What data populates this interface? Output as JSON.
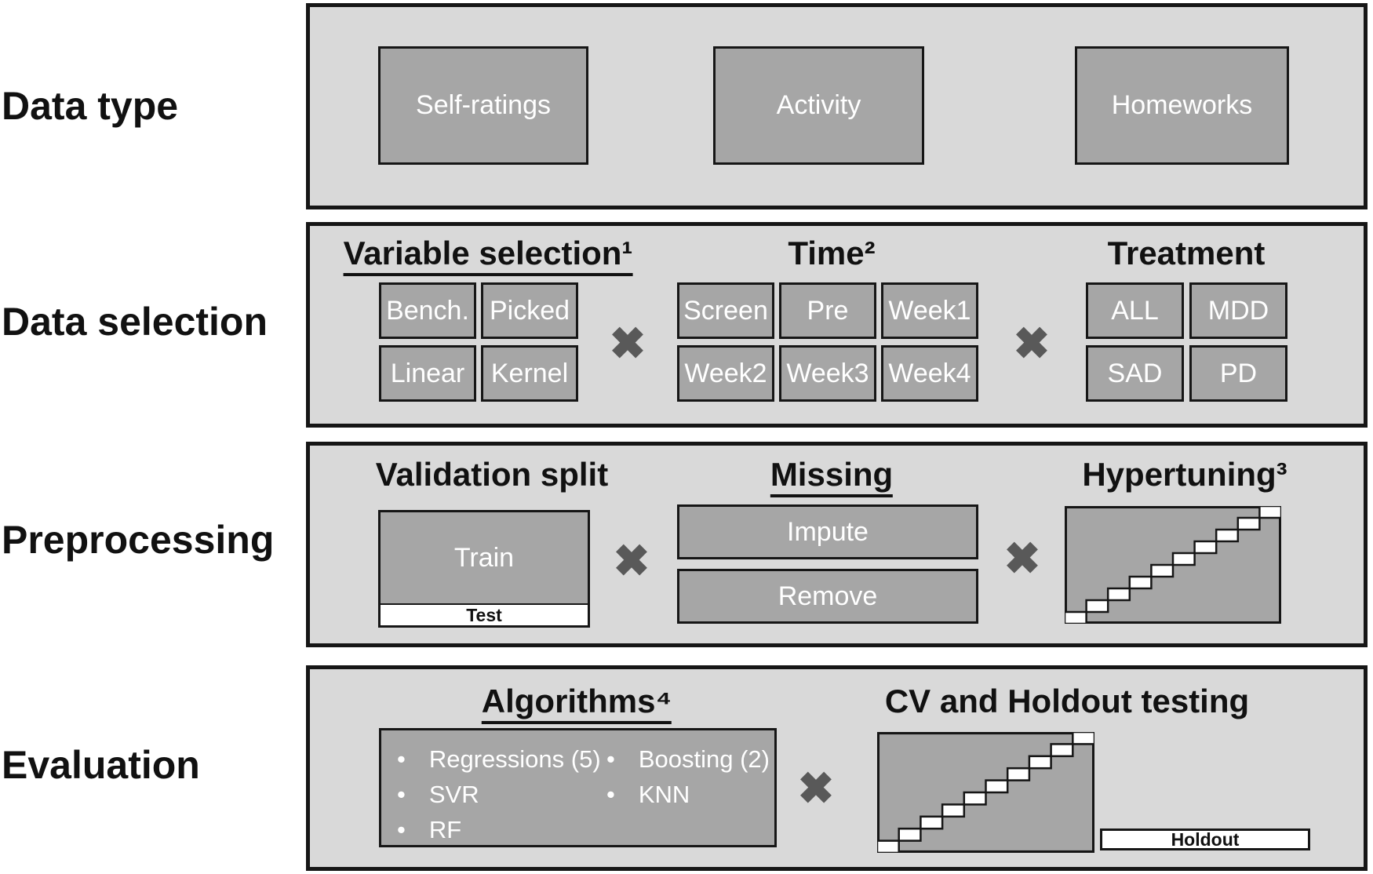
{
  "cross": "✖",
  "colors": {
    "panel_bg": "#d9d9d9",
    "box_bg": "#a6a6a6",
    "border": "#161616",
    "cross": "#595959"
  },
  "data_type": {
    "label": "Data type",
    "boxes": [
      "Self-ratings",
      "Activity",
      "Homeworks"
    ]
  },
  "data_selection": {
    "label": "Data selection",
    "variable_selection": {
      "title": "Variable selection¹",
      "boxes": [
        "Bench.",
        "Picked",
        "Linear",
        "Kernel"
      ]
    },
    "time": {
      "title": "Time²",
      "boxes": [
        "Screen",
        "Pre",
        "Week1",
        "Week2",
        "Week3",
        "Week4"
      ]
    },
    "treatment": {
      "title": "Treatment",
      "boxes": [
        "ALL",
        "MDD",
        "SAD",
        "PD"
      ]
    }
  },
  "preprocessing": {
    "label": "Preprocessing",
    "validation_split": {
      "title": "Validation split",
      "train_label": "Train",
      "test_label": "Test"
    },
    "missing": {
      "title": "Missing",
      "boxes": [
        "Impute",
        "Remove"
      ]
    },
    "hypertuning": {
      "title": "Hypertuning³"
    }
  },
  "evaluation": {
    "label": "Evaluation",
    "algorithms": {
      "title": "Algorithms⁴",
      "col1": [
        "Regressions (5)",
        "SVR",
        "RF"
      ],
      "col2": [
        "Boosting (2)",
        "KNN"
      ]
    },
    "cv_holdout": {
      "title": "CV and Holdout testing",
      "holdout_label": "Holdout"
    }
  }
}
